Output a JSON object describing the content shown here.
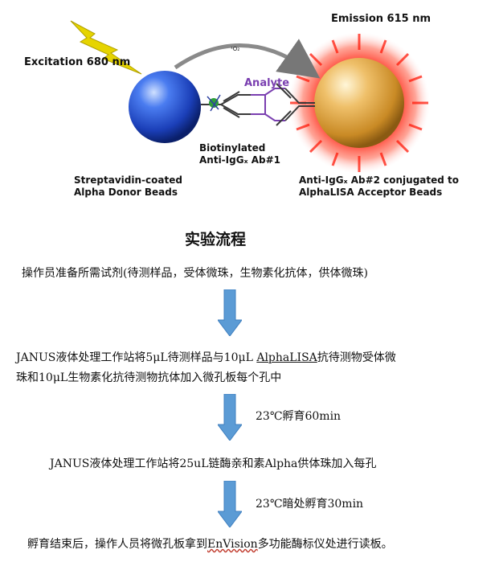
{
  "diagram": {
    "labels": {
      "excitation": "Excitation 680 nm",
      "emission": "Emission 615 nm",
      "singlet_oxygen": "¹O₂",
      "analyte": "Analyte",
      "donor_line1": "Streptavidin-coated",
      "donor_line2": "Alpha Donor Beads",
      "antibody1_line1": "Biotinylated",
      "antibody1_line2": "Anti-IgGₓ Ab#1",
      "acceptor_line1": "Anti-IgGₓ Ab#2 conjugated to",
      "acceptor_line2": "AlphaLISA Acceptor  Beads"
    },
    "colors": {
      "donor_bead": "#1f4fd8",
      "acceptor_bead": "#d9a43a",
      "emission_glow": "#ff2a1a",
      "lightning": "#e6d400",
      "analyte": "#7a3fb0",
      "flow_arrow": "#5b9bd5"
    }
  },
  "flow": {
    "title": "实验流程",
    "step1": "操作员准备所需试剂(待测样品，受体微珠，生物素化抗体，供体微珠)",
    "step2_line1_a": "JANUS液体处理工作站将5μL待测样品与10μL ",
    "step2_line1_b": "AlphaLISA",
    "step2_line1_c": "抗待测物受体微",
    "step2_line2": "珠和10μL生物素化抗待测物抗体加入微孔板每个孔中",
    "incubation1": "23℃孵育60min",
    "step3": "JANUS液体处理工作站将25uL链酶亲和素Alpha供体珠加入每孔",
    "incubation2": "23℃暗处孵育30min",
    "step4_a": "孵育结束后，操作人员将微孔板拿到",
    "step4_b": "EnVision",
    "step4_c": "多功能酶标仪处进行读板。"
  }
}
